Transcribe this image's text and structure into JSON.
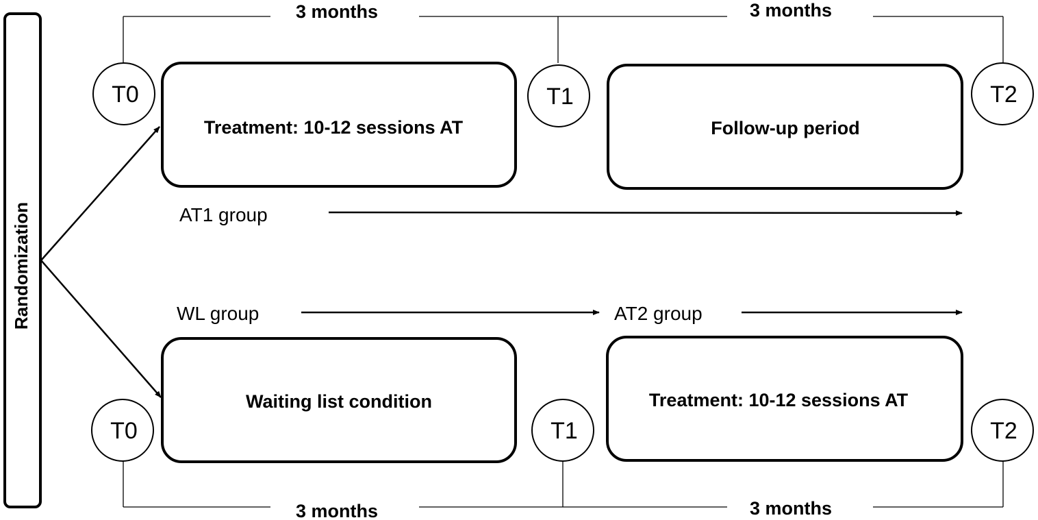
{
  "randomization": {
    "label": "Randomization"
  },
  "durations": {
    "top_left": "3 months",
    "top_right": "3 months",
    "bottom_left": "3 months",
    "bottom_right": "3 months"
  },
  "timepoints": {
    "top_t0": "T0",
    "top_t1": "T1",
    "top_t2": "T2",
    "bottom_t0": "T0",
    "bottom_t1": "T1",
    "bottom_t2": "T2"
  },
  "boxes": {
    "top_treatment": "Treatment: 10-12 sessions AT",
    "top_followup": "Follow-up period",
    "bottom_waiting": "Waiting list condition",
    "bottom_treatment": "Treatment: 10-12 sessions AT"
  },
  "groups": {
    "at1": "AT1 group",
    "wl": "WL group",
    "at2": "AT2 group"
  }
}
